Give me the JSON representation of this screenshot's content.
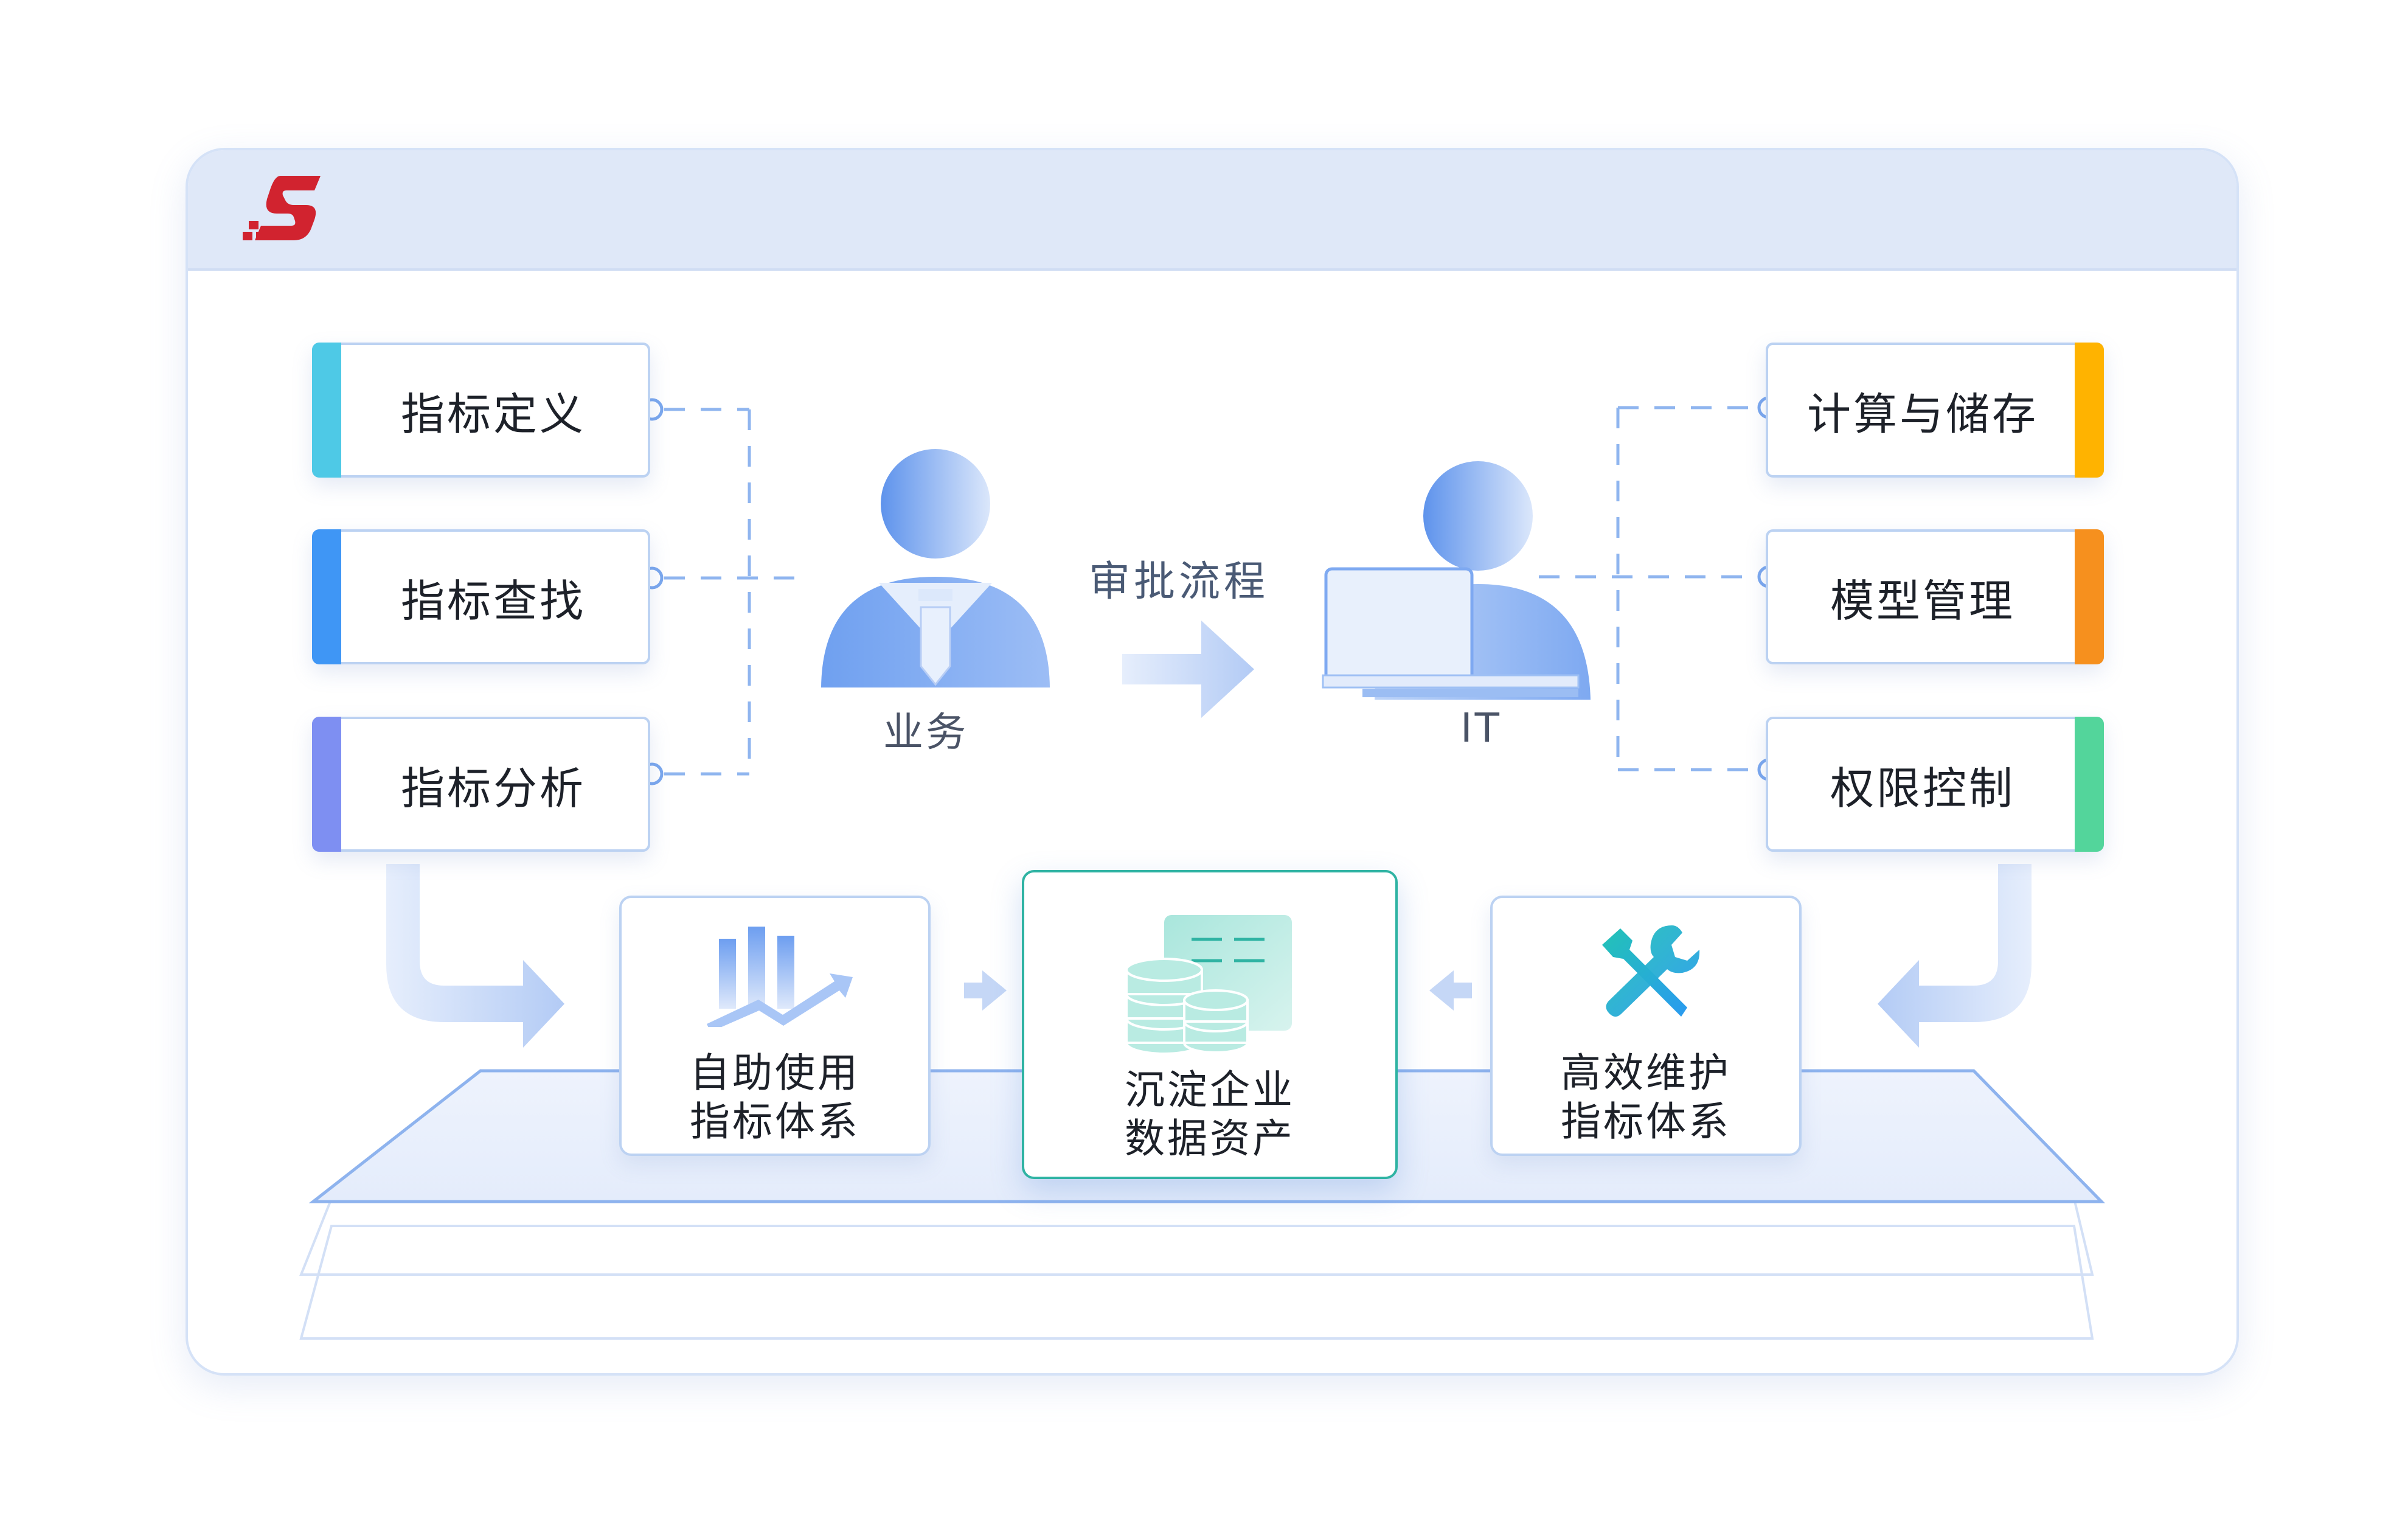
{
  "left_items": [
    {
      "label": "指标定义",
      "color": "#4ec9e6"
    },
    {
      "label": "指标查找",
      "color": "#3f96f5"
    },
    {
      "label": "指标分析",
      "color": "#7e8ff2"
    }
  ],
  "right_items": [
    {
      "label": "计算与储存",
      "color": "#ffb300"
    },
    {
      "label": "模型管理",
      "color": "#f6901e"
    },
    {
      "label": "权限控制",
      "color": "#53d59b"
    }
  ],
  "roles": {
    "business": "业务",
    "it": "IT"
  },
  "flow_label": "审批流程",
  "bottom": {
    "self_service": [
      "自助使用",
      "指标体系"
    ],
    "assets": [
      "沉淀企业",
      "数据资产"
    ],
    "maintenance": [
      "高效维护",
      "指标体系"
    ]
  },
  "colors": {
    "accent_blue": "#6f9ef0",
    "accent_teal": "#2fb3a3",
    "logo_red": "#d1232f"
  },
  "icons": [
    "logo-icon",
    "business-person-icon",
    "it-person-icon",
    "chart-icon",
    "database-icon",
    "tools-icon"
  ]
}
